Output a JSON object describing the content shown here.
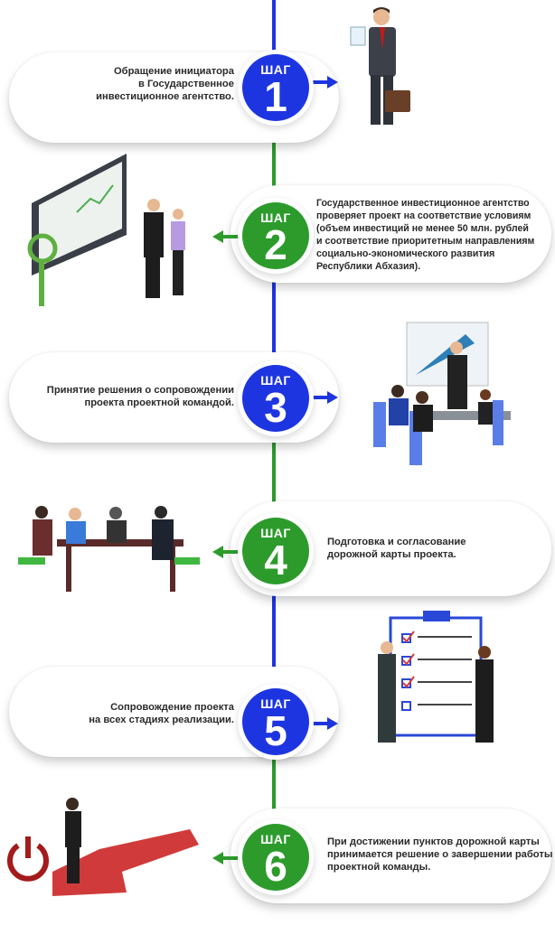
{
  "steps": [
    {
      "label": "ШАГ",
      "number": "1",
      "text": "Обращение инициатора\nв Государственное\nинвестиционное агентство.",
      "color": "#1d35e0"
    },
    {
      "label": "ШАГ",
      "number": "2",
      "text": "Государственное инвестиционное агентство\nпроверяет проект на соответствие условиям\n(объем инвестиций не менее 50 млн. рублей\nи соответствие приоритетным направлениям\nсоциально-экономического развития\nРеспублики Абхазия).",
      "color": "#2c9b2c"
    },
    {
      "label": "ШАГ",
      "number": "3",
      "text": "Принятие решения о сопровождении\nпроекта проектной командой.",
      "color": "#1d35e0"
    },
    {
      "label": "ШАГ",
      "number": "4",
      "text": "Подготовка и согласование\nдорожной карты проекта.",
      "color": "#2c9b2c"
    },
    {
      "label": "ШАГ",
      "number": "5",
      "text": "Сопровождение проекта\nна всех стадиях реализации.",
      "color": "#1d35e0"
    },
    {
      "label": "ШАГ",
      "number": "6",
      "text": "При достижении пунктов дорожной карты\nпринимается решение о завершении работы\nпроектной команды.",
      "color": "#2c9b2c"
    }
  ]
}
